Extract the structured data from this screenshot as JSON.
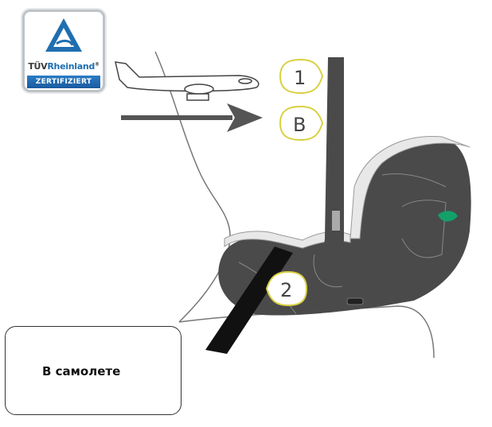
{
  "badge": {
    "brand_prefix": "TÜV",
    "brand_suffix": "Rheinland",
    "registered": "®",
    "certification": "ZERTIFIZIERT"
  },
  "markers": [
    "1",
    "B",
    "2"
  ],
  "caption": "В самолете",
  "colors": {
    "seat": "#4a4a4a",
    "marker_outline": "#d8d040",
    "belt": "#111111",
    "badge_blue": "#1f6fb0",
    "accent_green": "#14a06a"
  }
}
